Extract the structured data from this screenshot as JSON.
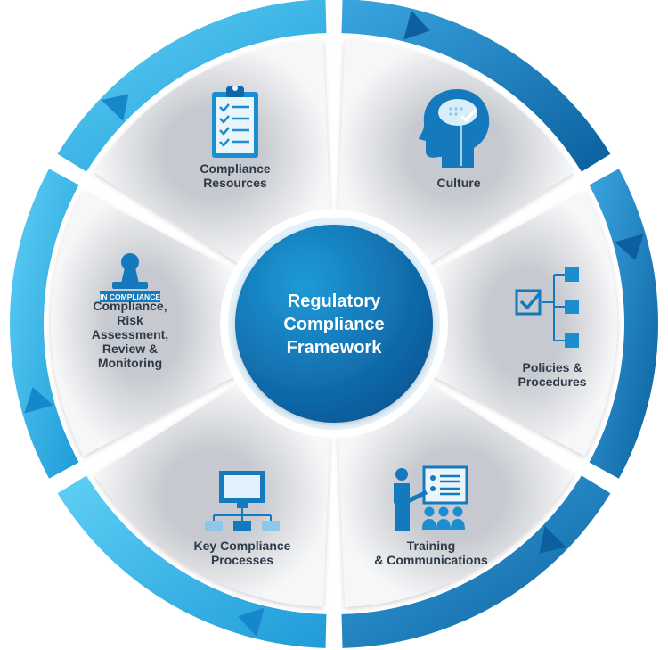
{
  "center": {
    "title": "Regulatory\nCompliance\nFramework"
  },
  "segments": [
    {
      "id": "culture",
      "label": "Culture",
      "icon": "head-brain-icon"
    },
    {
      "id": "policies",
      "label": "Policies &\nProcedures",
      "icon": "checkbox-hierarchy-icon"
    },
    {
      "id": "training",
      "label": "Training\n& Communications",
      "icon": "presenter-audience-icon"
    },
    {
      "id": "processes",
      "label": "Key Compliance\nProcesses",
      "icon": "monitor-flowchart-icon"
    },
    {
      "id": "monitoring",
      "label": "Compliance,\nRisk\nAssessment,\nReview &\nMonitoring",
      "icon": "stamp-icon"
    },
    {
      "id": "resources",
      "label": "Compliance\nResources",
      "icon": "clipboard-checklist-icon"
    }
  ],
  "stamp_text": "IN COMPLIANCE",
  "colors": {
    "ring_dark": "#0d67a8",
    "ring_mid": "#1a8fd0",
    "ring_light": "#45c6f2",
    "segment_light": "#f2f3f5",
    "segment_dark": "#c9ccd2",
    "center_dark": "#0a5d9c",
    "center_light": "#1c93d4",
    "text_dark": "#2d3a4a"
  }
}
